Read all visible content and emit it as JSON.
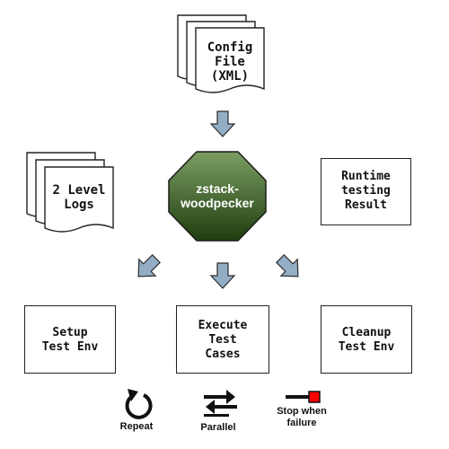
{
  "config_file": {
    "line1": "Config",
    "line2": "File",
    "line3": "(XML)"
  },
  "logs": {
    "line1": "2 Level",
    "line2": "Logs"
  },
  "center": {
    "line1": "zstack-",
    "line2": "woodpecker"
  },
  "runtime_result": {
    "line1": "Runtime",
    "line2": "testing",
    "line3": "Result"
  },
  "setup": {
    "line1": "Setup",
    "line2": "Test Env"
  },
  "execute": {
    "line1": "Execute",
    "line2": "Test",
    "line3": "Cases"
  },
  "cleanup": {
    "line1": "Cleanup",
    "line2": "Test Env"
  },
  "legend": {
    "repeat": "Repeat",
    "parallel": "Parallel",
    "stop_line1": "Stop when",
    "stop_line2": "failure"
  },
  "colors": {
    "octagon_top": "#7a9e62",
    "octagon_bottom": "#1f3d0f",
    "arrow_fill": "#93adc4",
    "stop_square": "#ff0000"
  }
}
